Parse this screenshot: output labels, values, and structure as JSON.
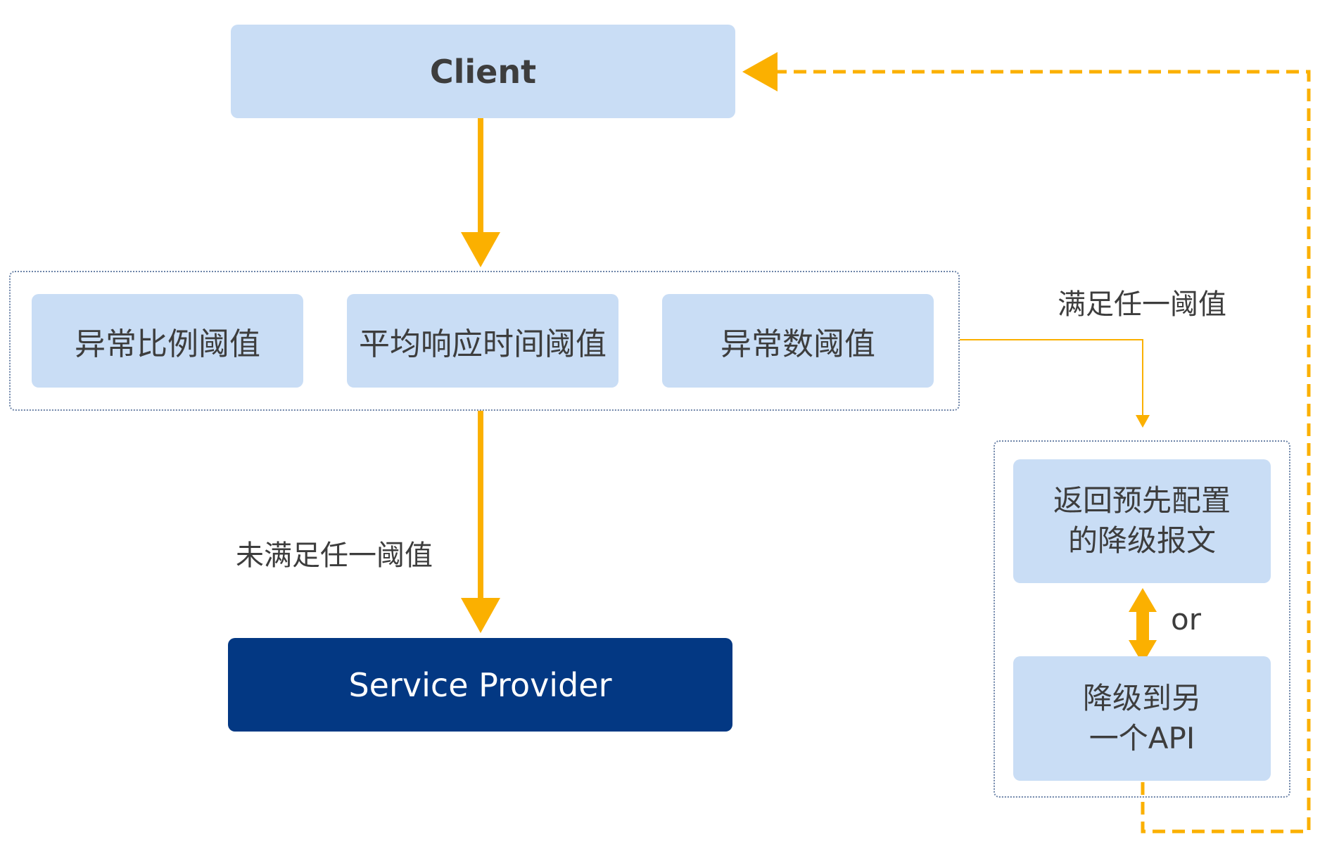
{
  "nodes": {
    "client": "Client",
    "exception_ratio": "异常比例阈值",
    "response_time": "平均响应时间阈值",
    "exception_count": "异常数阈值",
    "service_provider": "Service Provider",
    "return_fallback": "返回预先配置的降级报文",
    "degrade_api": "降级到另一个API"
  },
  "edges": {
    "not_met": "未满足任一阈值",
    "met": "满足任一阈值",
    "or": "or"
  },
  "colors": {
    "node_fill": "#c9ddf5",
    "provider_fill": "#033883",
    "arrow": "#fbb000",
    "group_border": "#6d84a8",
    "text": "#3d3d3d"
  }
}
